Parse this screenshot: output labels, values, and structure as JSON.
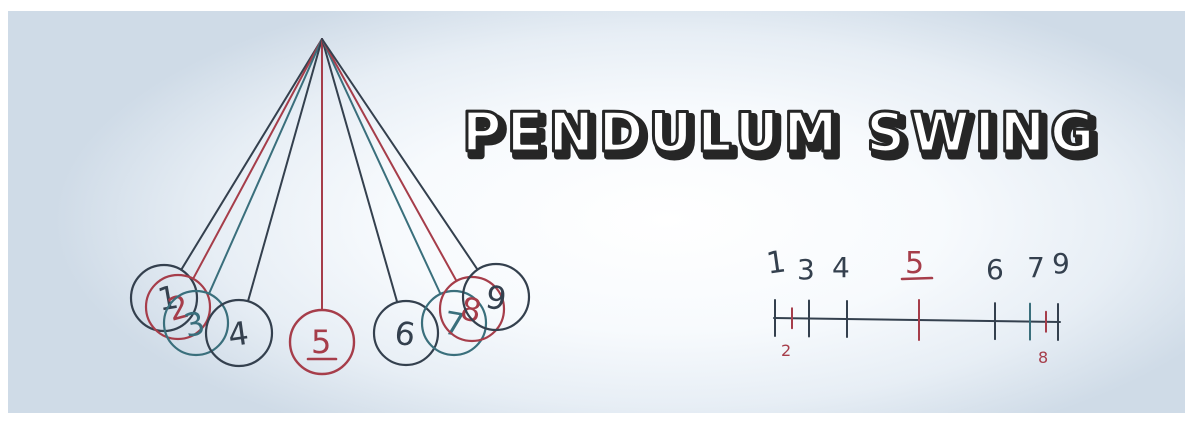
{
  "title": "PENDULUM SWING",
  "colors": {
    "ink_dark": "#34404e",
    "ink_red": "#a63d4a",
    "ink_teal": "#3a6f7c",
    "title_shadow": "#262626"
  },
  "pendulums": [
    {
      "label": "1",
      "color": "ink_dark"
    },
    {
      "label": "2",
      "color": "ink_red"
    },
    {
      "label": "3",
      "color": "ink_teal"
    },
    {
      "label": "4",
      "color": "ink_dark"
    },
    {
      "label": "5",
      "color": "ink_red",
      "underlined": true
    },
    {
      "label": "6",
      "color": "ink_dark"
    },
    {
      "label": "7",
      "color": "ink_teal"
    },
    {
      "label": "8",
      "color": "ink_red"
    },
    {
      "label": "9",
      "color": "ink_dark"
    }
  ],
  "timeline": {
    "top_labels": [
      "1",
      "3",
      "4",
      "5",
      "6",
      "7",
      "9"
    ],
    "bottom_labels": [
      "2",
      "8"
    ],
    "highlighted_label": "5"
  }
}
